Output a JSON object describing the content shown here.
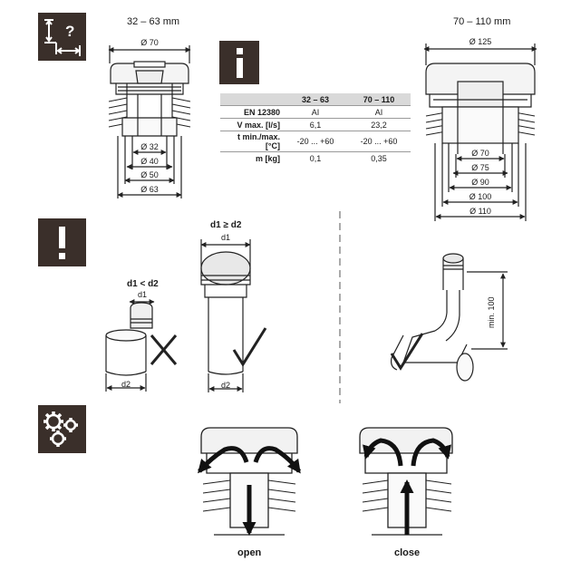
{
  "left_unit": {
    "range": "32 – 63 mm",
    "dims": [
      "Ø 70",
      "Ø 32",
      "Ø 40",
      "Ø 50",
      "Ø 63"
    ]
  },
  "right_unit": {
    "range": "70 – 110 mm",
    "dims": [
      "Ø 125",
      "Ø 70",
      "Ø 75",
      "Ø 90",
      "Ø 100",
      "Ø 110"
    ]
  },
  "spec_table": {
    "columns": [
      "",
      "32 – 63",
      "70 – 110"
    ],
    "rows": [
      {
        "label": "EN 12380",
        "a": "AI",
        "b": "AI"
      },
      {
        "label": "V max. [l/s]",
        "a": "6,1",
        "b": "23,2"
      },
      {
        "label": "t min./max. [°C]",
        "a": "-20 ... +60",
        "b": "-20 ... +60"
      },
      {
        "label": "m [kg]",
        "a": "0,1",
        "b": "0,35"
      }
    ]
  },
  "warning": {
    "wrong_label": "d1 < d2",
    "right_label": "d1 ≥ d2",
    "d1": "d1",
    "d2": "d2",
    "min_height": "min. 100"
  },
  "operation": {
    "open_label": "open",
    "close_label": "close"
  },
  "icons": {
    "dimension": "dimension-question-icon",
    "info": "info-icon",
    "warning": "exclamation-icon",
    "function": "gears-icon"
  }
}
